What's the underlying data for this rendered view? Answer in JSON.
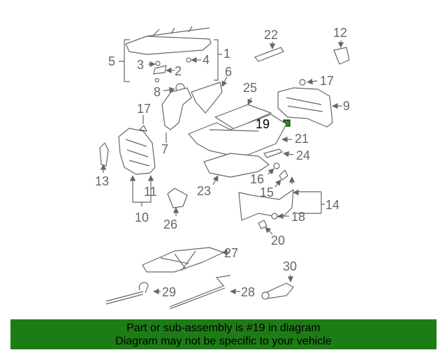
{
  "diagram": {
    "highlight_color": "#2a8a1a",
    "callouts": [
      "1",
      "2",
      "3",
      "4",
      "5",
      "6",
      "7",
      "8",
      "9",
      "10",
      "11",
      "12",
      "13",
      "14",
      "15",
      "16",
      "17",
      "17",
      "18",
      "19",
      "20",
      "21",
      "22",
      "23",
      "24",
      "25",
      "26",
      "27",
      "28",
      "29",
      "30"
    ],
    "highlighted_part": "19"
  },
  "banner": {
    "background": "#1e7c16",
    "line1": "Part or sub-assembly is #19 in diagram",
    "line2": "Diagram may not be specific to your vehicle"
  }
}
